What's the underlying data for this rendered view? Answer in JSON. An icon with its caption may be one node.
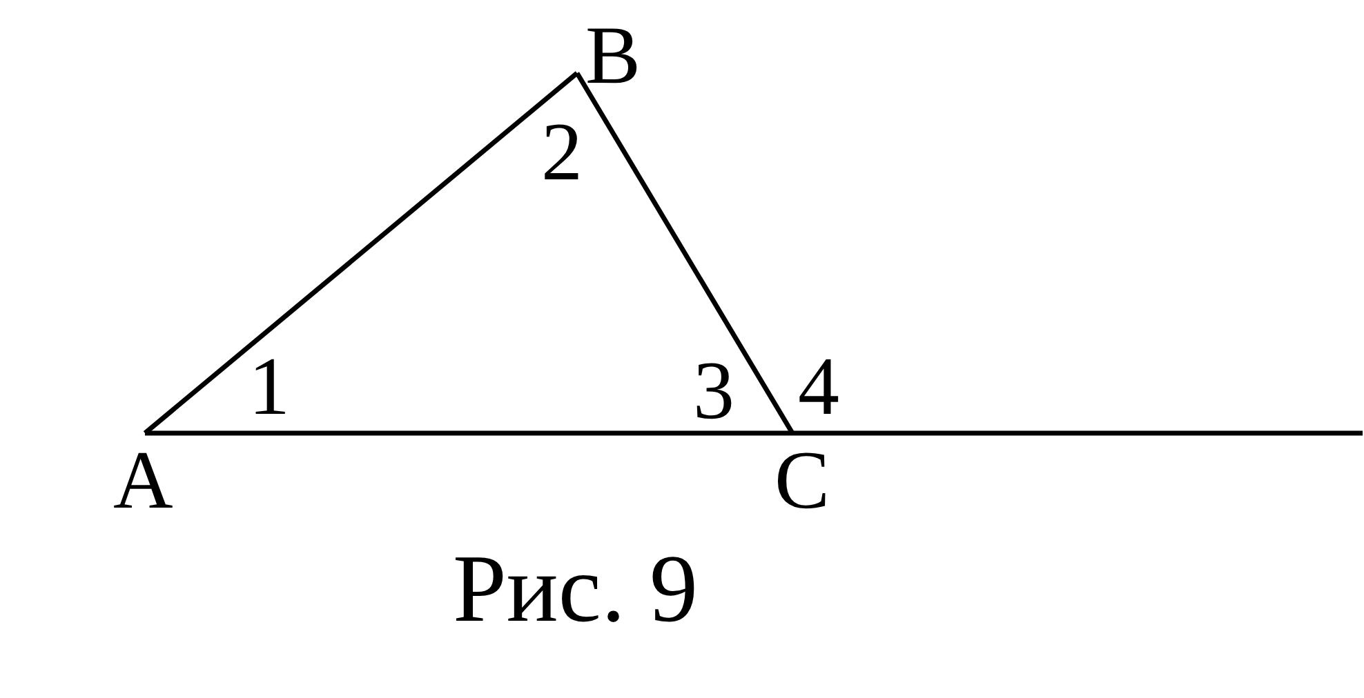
{
  "diagram": {
    "caption": "Рис. 9",
    "nodes": [
      {
        "text": [
          "A"
        ]
      },
      {
        "text": [
          "B"
        ]
      },
      {
        "text": [
          "C"
        ]
      }
    ],
    "edges": [
      {
        "from": 0,
        "to": 1,
        "arrow": "none"
      },
      {
        "from": 1,
        "to": 2,
        "arrow": "none"
      },
      {
        "from": 0,
        "to": 2,
        "arrow": "none"
      },
      {
        "from": 2,
        "to": null,
        "arrow": "none"
      }
    ],
    "labels": [
      "1",
      "2",
      "3",
      "4"
    ]
  }
}
